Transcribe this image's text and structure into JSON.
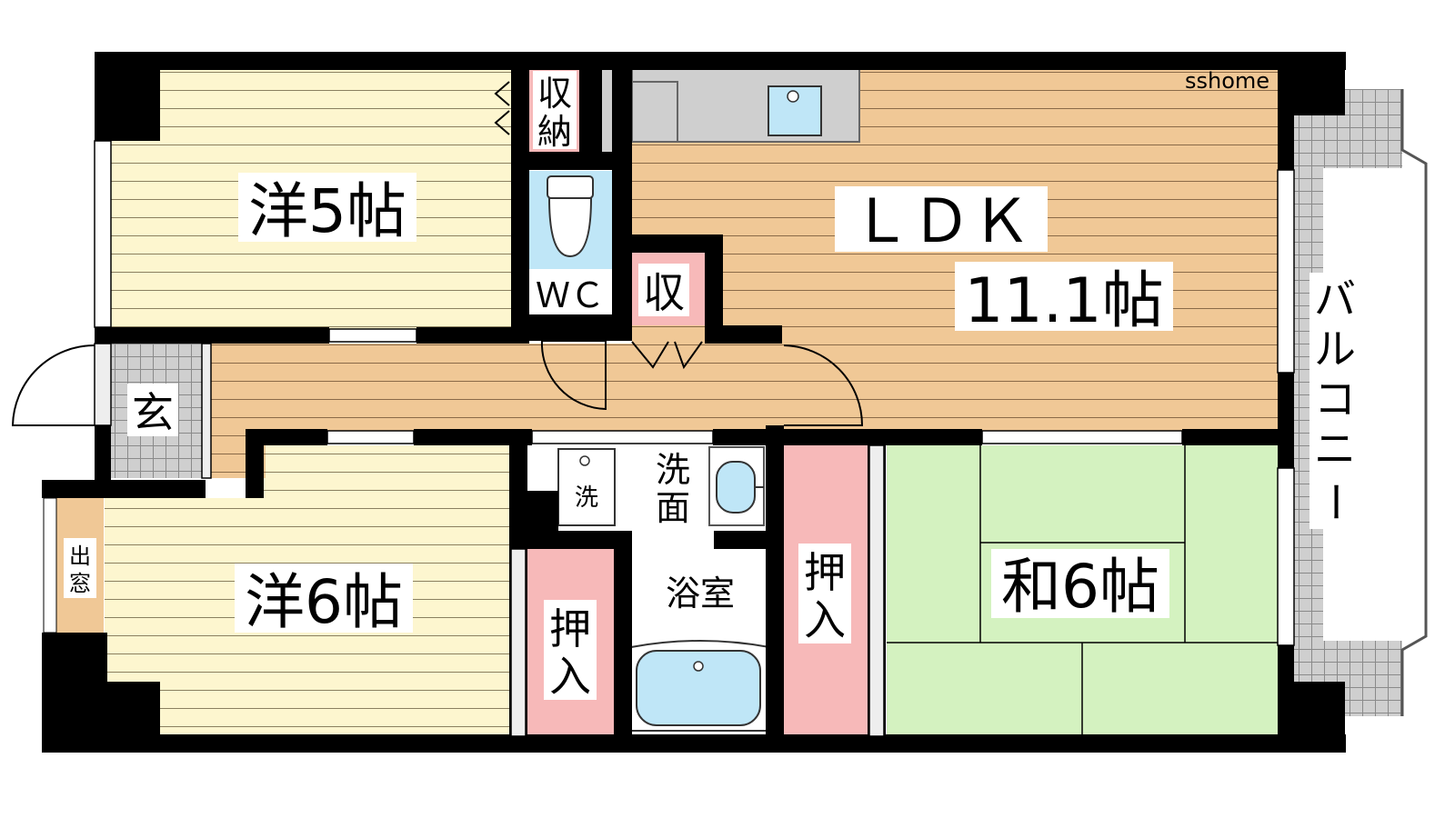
{
  "watermark": "sshome",
  "rooms": {
    "western1": {
      "label": "洋5帖"
    },
    "western2": {
      "label": "洋6帖"
    },
    "ldk": {
      "label": "ＬＤＫ",
      "size": "11.1帖"
    },
    "japanese": {
      "label": "和6帖"
    },
    "wc": {
      "label": "ＷＣ"
    },
    "storage_upper": {
      "label_line1": "収",
      "label_line2": "納"
    },
    "storage_small": {
      "label": "収"
    },
    "entrance": {
      "label": "玄"
    },
    "washroom": {
      "label_line1": "洗",
      "label_line2": "面"
    },
    "washer": {
      "label": "洗"
    },
    "bath": {
      "label": "浴室"
    },
    "closet_center": {
      "label_line1": "押",
      "label_line2": "入"
    },
    "closet_japanese": {
      "label_line1": "押",
      "label_line2": "入"
    },
    "bay_window": {
      "label_line1": "出",
      "label_line2": "窓"
    },
    "balcony": {
      "label_chars": [
        "バ",
        "ル",
        "コ",
        "ニ",
        "ー"
      ]
    }
  },
  "colors": {
    "western_floor": "#fdf6cf",
    "ldk_floor": "#f0c896",
    "tatami": "#d4f2c0",
    "closet": "#f7b9b9",
    "wet_area": "#bfe6f7",
    "tile": "#cfcfcf",
    "wall": "#000000"
  }
}
